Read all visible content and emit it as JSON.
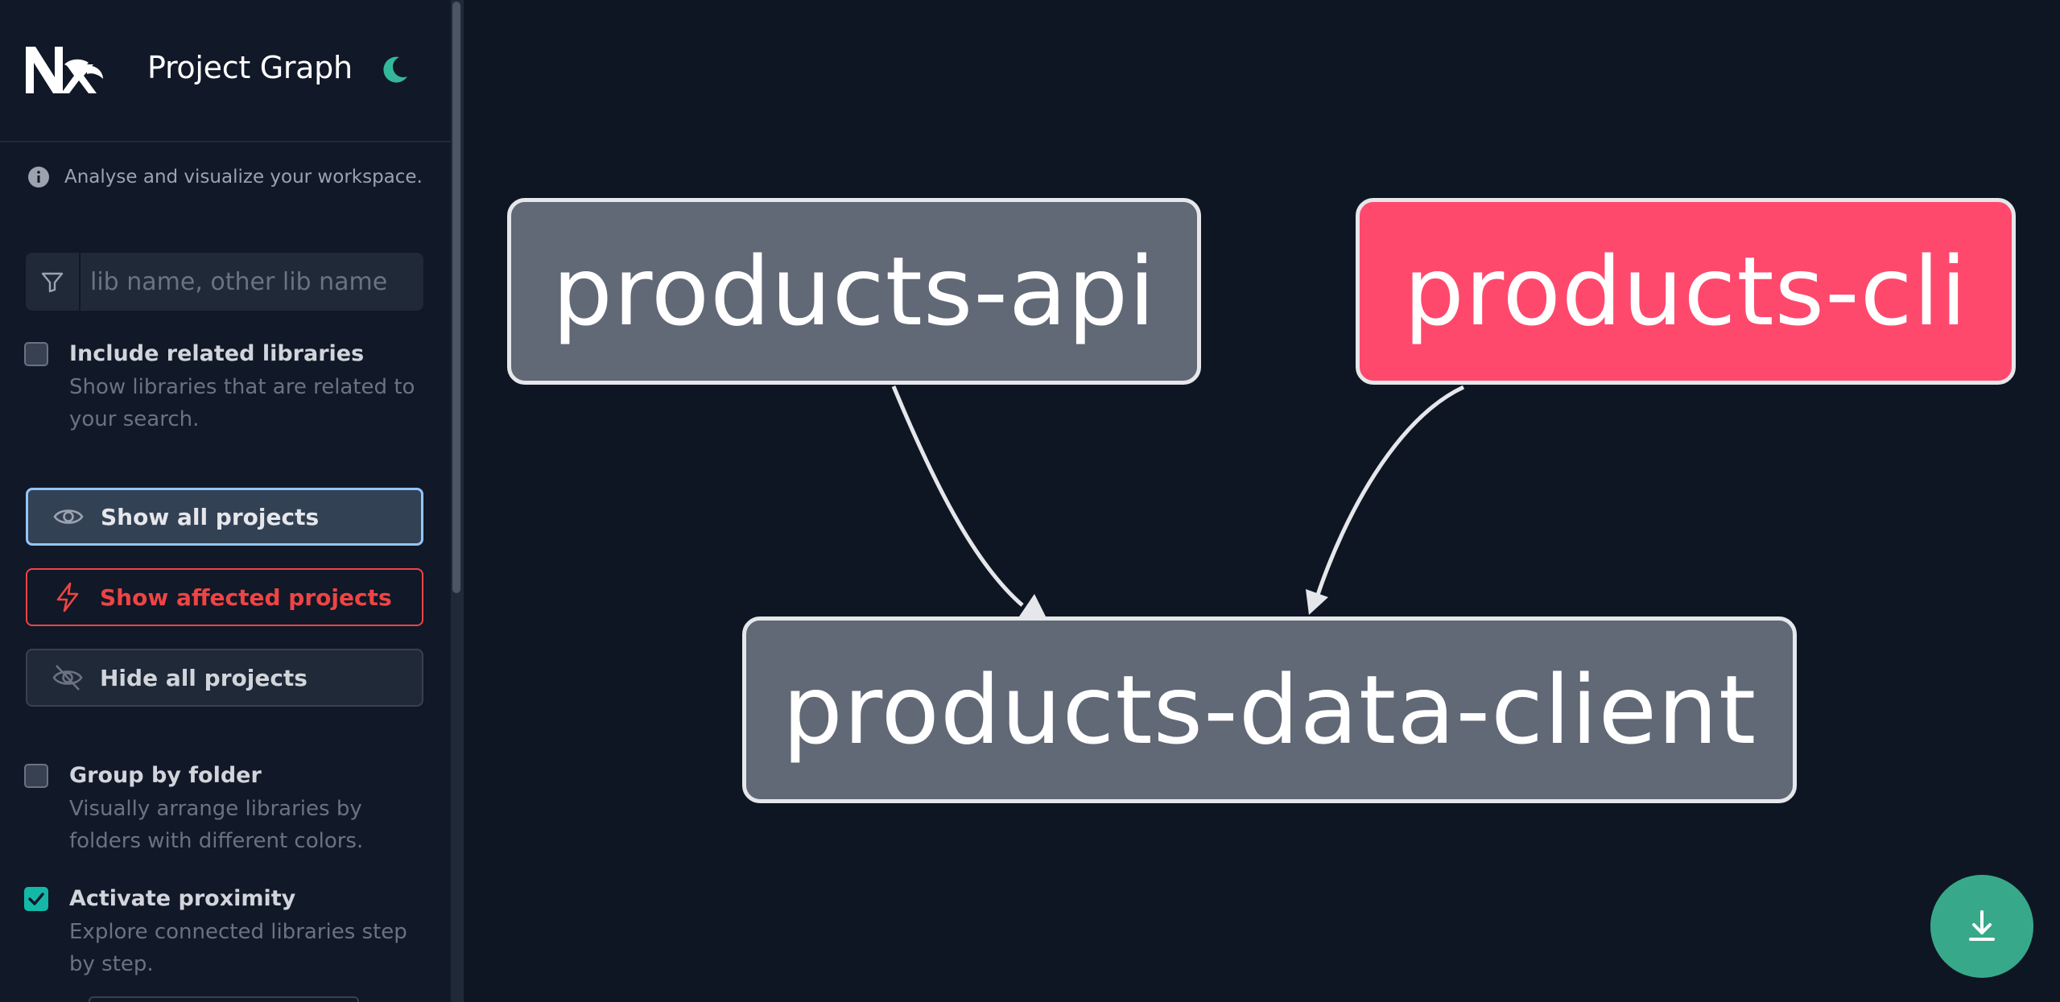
{
  "app": {
    "title": "Project Graph"
  },
  "sidebar": {
    "info_text": "Analyse and visualize your workspace.",
    "filter": {
      "placeholder": "lib name, other lib name",
      "value": ""
    },
    "include_related": {
      "label": "Include related libraries",
      "description": "Show libraries that are related to your search.",
      "checked": false
    },
    "buttons": {
      "show_all": "Show all projects",
      "show_affected": "Show affected projects",
      "hide_all": "Hide all projects"
    },
    "group_by_folder": {
      "label": "Group by folder",
      "description": "Visually arrange libraries by folders with different colors.",
      "checked": false
    },
    "activate_proximity": {
      "label": "Activate proximity",
      "description": "Explore connected libraries step by step.",
      "checked": true
    }
  },
  "graph": {
    "nodes": {
      "api": "products-api",
      "cli": "products-cli",
      "client": "products-data-client"
    },
    "edges": [
      {
        "from": "products-api",
        "to": "products-data-client"
      },
      {
        "from": "products-cli",
        "to": "products-data-client"
      }
    ],
    "colors": {
      "default_node": "#616876",
      "affected_node": "#fe496d",
      "edge": "#e5e7eb"
    }
  },
  "icons": {
    "logo": "nx-logo",
    "theme": "moon-icon",
    "info": "info-icon",
    "filter": "funnel-icon",
    "show_all": "eye-icon",
    "affected": "lightning-icon",
    "hide": "eye-slash-icon",
    "download": "download-icon"
  },
  "theme": {
    "accent": "#14b8a6"
  }
}
